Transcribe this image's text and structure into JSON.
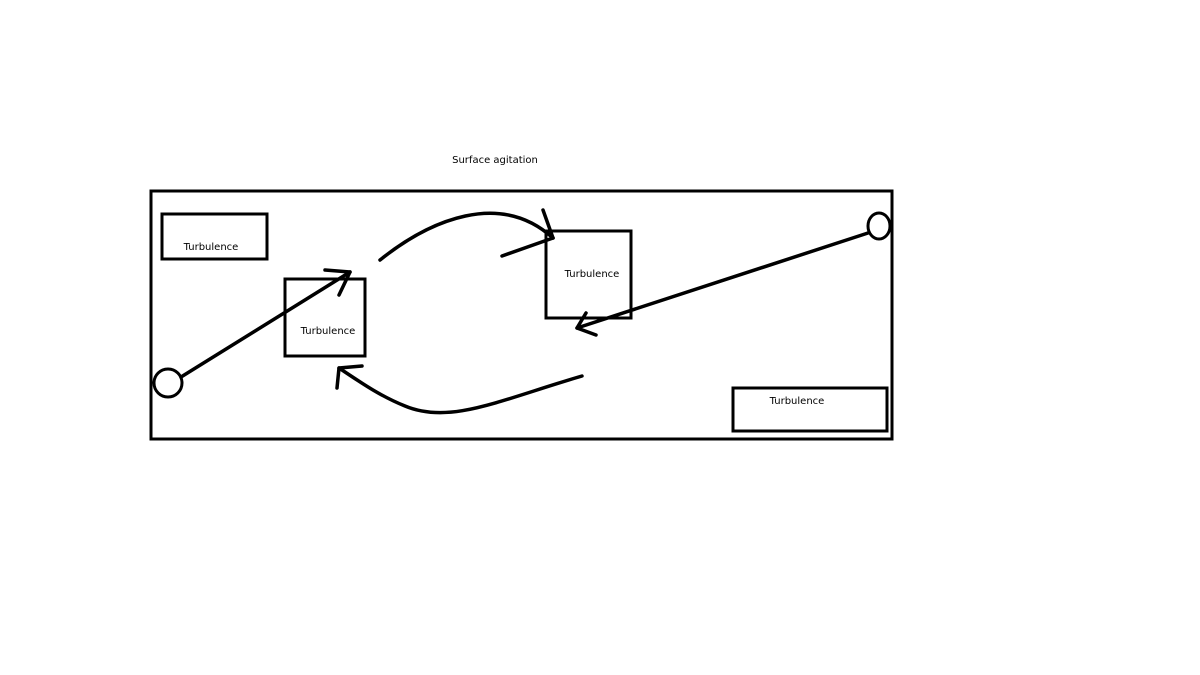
{
  "title": "Surface agitation",
  "turbulence_boxes": [
    {
      "label": "Turbulence"
    },
    {
      "label": "Turbulence"
    },
    {
      "label": "Turbulence"
    },
    {
      "label": "Turbulence"
    }
  ],
  "colors": {
    "ink": "#000000",
    "background": "#ffffff"
  }
}
